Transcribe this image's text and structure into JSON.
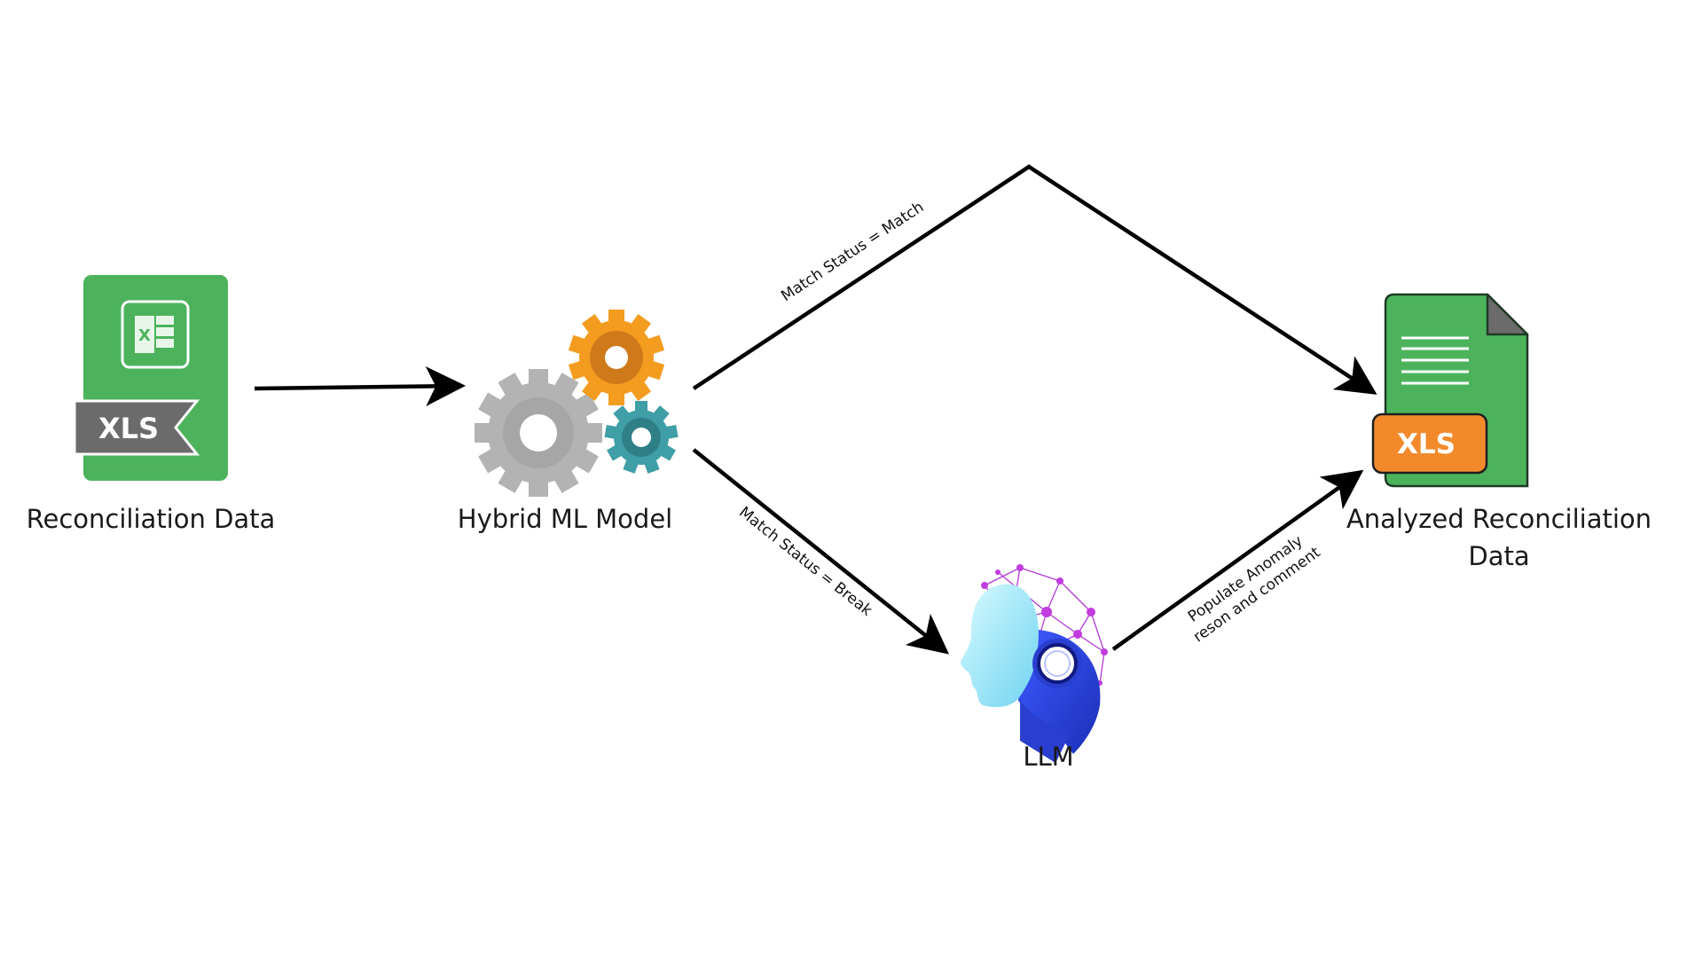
{
  "nodes": {
    "source": {
      "label": "Reconciliation Data",
      "badge": "XLS",
      "icon": "excel-file-icon"
    },
    "model": {
      "label": "Hybrid ML Model",
      "icon": "gears-icon"
    },
    "llm": {
      "label": "LLM",
      "icon": "ai-head-icon"
    },
    "output": {
      "label_line1": "Analyzed Reconciliation",
      "label_line2": "Data",
      "badge": "XLS",
      "icon": "xls-document-icon"
    }
  },
  "edges": {
    "match": {
      "label": "Match Status = Match"
    },
    "break": {
      "label": "Match Status = Break"
    },
    "populate": {
      "label_line1": "Populate Anomaly",
      "label_line2": "reson and comment"
    }
  },
  "colors": {
    "excel_green": "#4cb35c",
    "badge_gray": "#6b6b6b",
    "xls_orange": "#f28a2b",
    "gear_gray": "#b3b3b3",
    "gear_orange": "#f39c1f",
    "gear_teal": "#3f9ea6",
    "arrow": "#000000"
  }
}
